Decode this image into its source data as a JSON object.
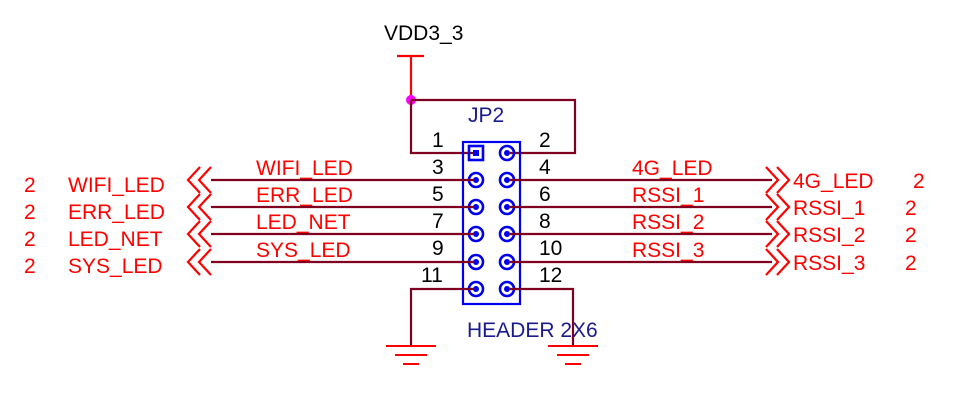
{
  "power_label": "VDD3_3",
  "ref_designator": "JP2",
  "part_name": "HEADER 2X6",
  "pins": {
    "p1": "1",
    "p2": "2",
    "p3": "3",
    "p4": "4",
    "p5": "5",
    "p6": "6",
    "p7": "7",
    "p8": "8",
    "p9": "9",
    "p10": "10",
    "p11": "11",
    "p12": "12"
  },
  "left_nets": [
    {
      "sheet": "2",
      "port": "WIFI_LED",
      "net": "WIFI_LED"
    },
    {
      "sheet": "2",
      "port": "ERR_LED",
      "net": "ERR_LED"
    },
    {
      "sheet": "2",
      "port": "LED_NET",
      "net": "LED_NET"
    },
    {
      "sheet": "2",
      "port": "SYS_LED",
      "net": "SYS_LED"
    }
  ],
  "right_nets": [
    {
      "sheet": "2",
      "port": "4G_LED",
      "net": "4G_LED"
    },
    {
      "sheet": "2",
      "port": "RSSI_1",
      "net": "RSSI_1"
    },
    {
      "sheet": "2",
      "port": "RSSI_2",
      "net": "RSSI_2"
    },
    {
      "sheet": "2",
      "port": "RSSI_3",
      "net": "RSSI_3"
    }
  ],
  "colors": {
    "label_red": "#ff0000",
    "wire_maroon": "#800020",
    "component_blue": "#0000ee",
    "junction": "#ff00ff",
    "designator_navy": "#1a1a8c"
  }
}
